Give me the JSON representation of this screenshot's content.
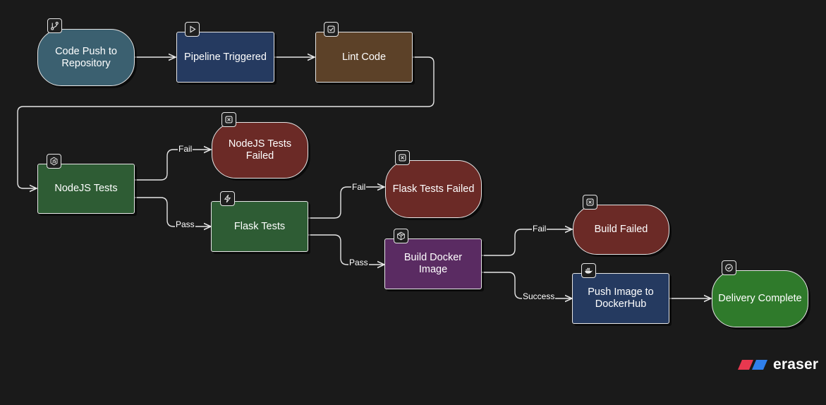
{
  "nodes": {
    "code_push": {
      "label": "Code Push to Repository",
      "color": "#3b6070",
      "icon": "git-branch-icon"
    },
    "pipeline": {
      "label": "Pipeline Triggered",
      "color": "#253a60",
      "icon": "play-icon"
    },
    "lint": {
      "label": "Lint Code",
      "color": "#5c4128",
      "icon": "check-square-icon"
    },
    "nodejs": {
      "label": "NodeJS Tests",
      "color": "#2e5c34",
      "icon": "nodejs-icon"
    },
    "nodejs_failed": {
      "label": "NodeJS Tests Failed",
      "color": "#6b2a26",
      "icon": "x-square-icon"
    },
    "flask": {
      "label": "Flask Tests",
      "color": "#2e5c34",
      "icon": "lightning-icon"
    },
    "flask_failed": {
      "label": "Flask Tests Failed",
      "color": "#6b2a26",
      "icon": "x-square-icon"
    },
    "build_docker": {
      "label": "Build Docker Image",
      "color": "#5a2b62",
      "icon": "package-icon"
    },
    "build_failed": {
      "label": "Build Failed",
      "color": "#6b2a26",
      "icon": "x-square-icon"
    },
    "push_image": {
      "label": "Push Image to DockerHub",
      "color": "#253a60",
      "icon": "docker-icon"
    },
    "delivery": {
      "label": "Delivery Complete",
      "color": "#2f7a2b",
      "icon": "check-circle-icon"
    }
  },
  "edge_labels": {
    "nodejs_fail": "Fail",
    "nodejs_pass": "Pass",
    "flask_fail": "Fail",
    "flask_pass": "Pass",
    "build_fail": "Fail",
    "build_success": "Success"
  },
  "brand": {
    "name": "eraser",
    "colors": [
      "#e8384f",
      "#2f80ed"
    ]
  }
}
